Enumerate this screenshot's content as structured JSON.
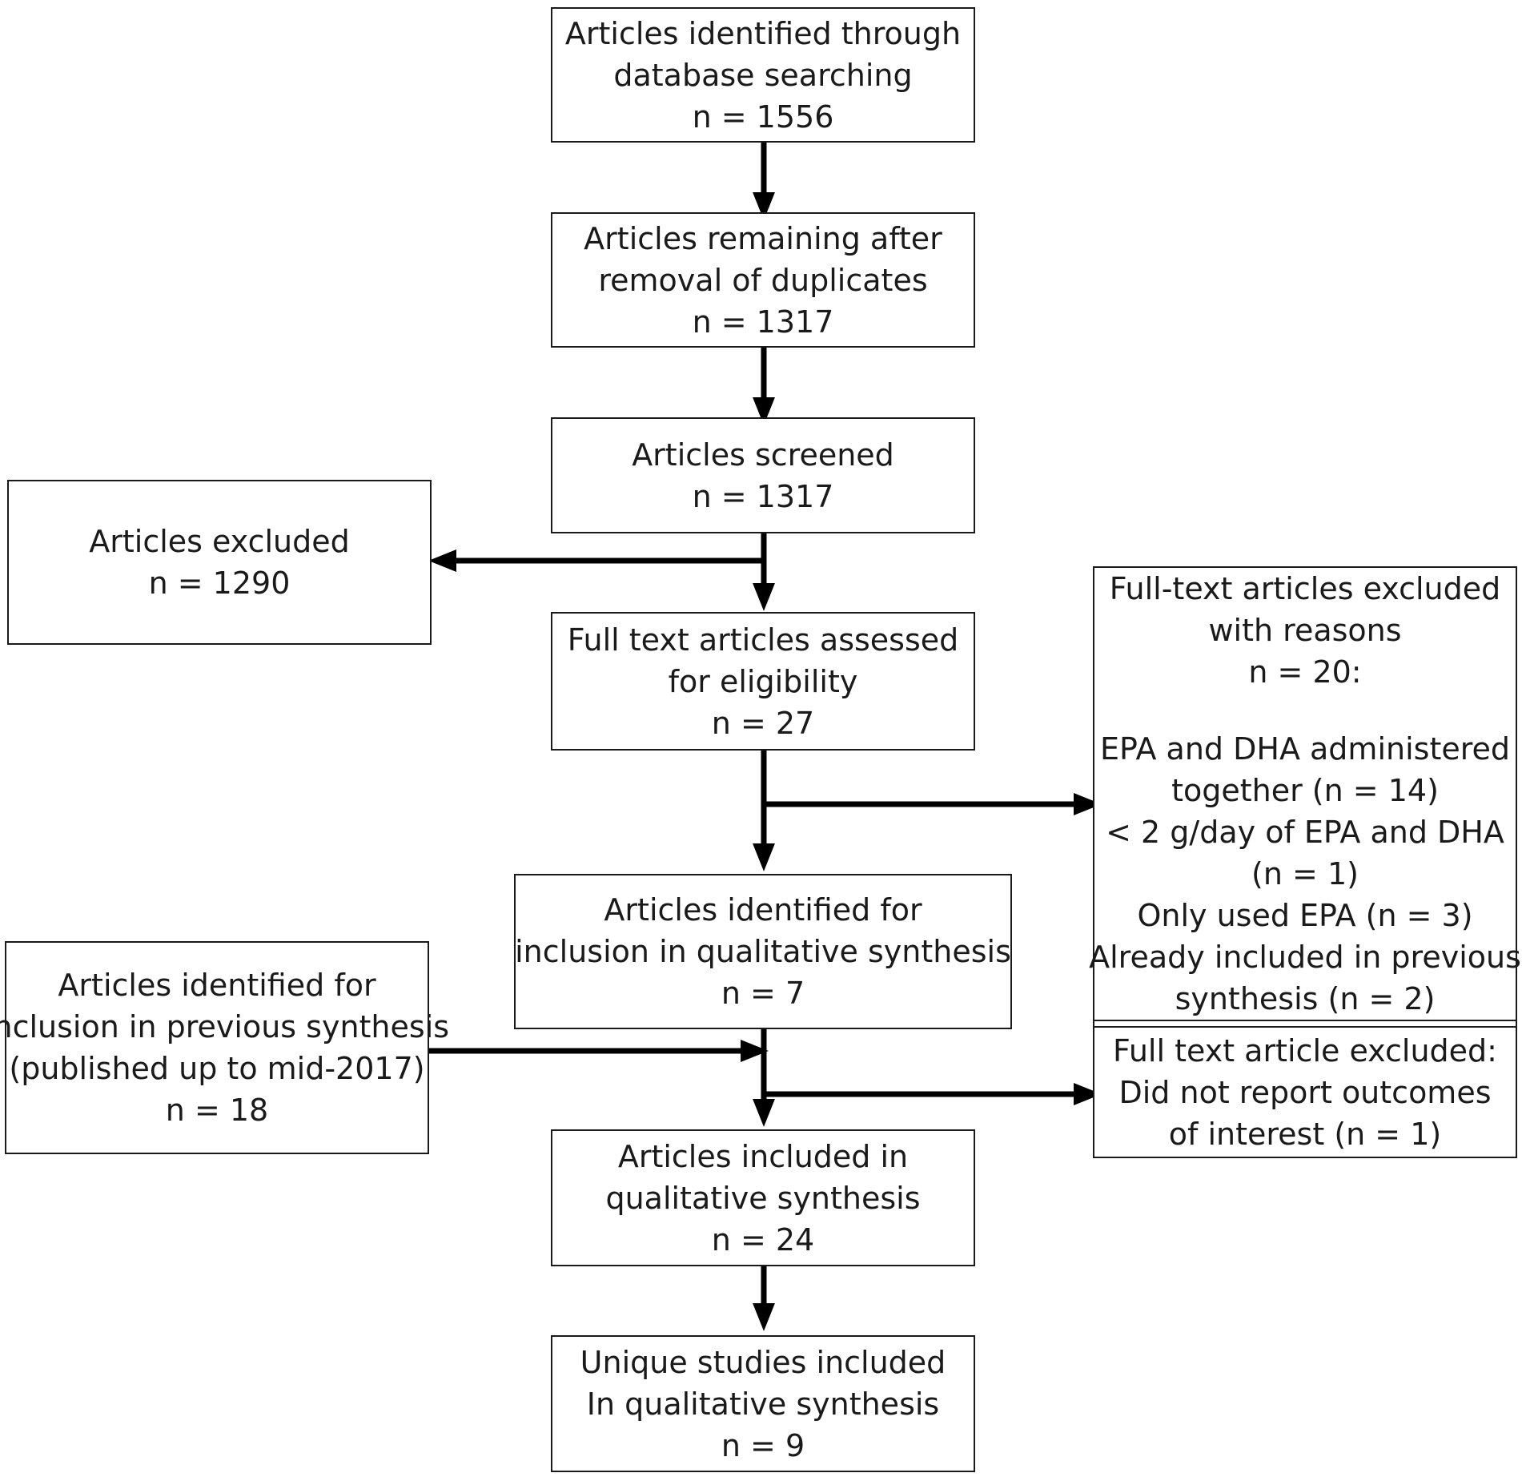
{
  "boxes": {
    "identified": {
      "line1": "Articles identified through",
      "line2": "database searching",
      "line3": "n = 1556"
    },
    "after_duplicates": {
      "line1": "Articles remaining after",
      "line2": "removal of duplicates",
      "line3": "n = 1317"
    },
    "screened": {
      "line1": "Articles screened",
      "line2": "n = 1317"
    },
    "excluded": {
      "line1": "Articles excluded",
      "line2": "n = 1290"
    },
    "full_text_assessed": {
      "line1": "Full text articles assessed",
      "line2": "for eligibility",
      "line3": "n = 27"
    },
    "full_text_excluded": {
      "line1": "Full-text articles excluded",
      "line2": "with reasons",
      "line3": "n = 20:",
      "reasons": [
        "EPA and DHA administered",
        "together (n = 14)",
        "< 2 g/day of EPA and DHA",
        "(n = 1)",
        "Only used EPA (n = 3)",
        "Already included in previous",
        "synthesis  (n = 2)"
      ]
    },
    "full_text_excluded_2": {
      "line1": "Full text article excluded:",
      "line2": "Did not report outcomes",
      "line3": "of interest (n = 1)"
    },
    "identified_inclusion": {
      "line1": "Articles identified for",
      "line2": "inclusion in qualitative synthesis",
      "line3": "n = 7"
    },
    "previous_synthesis": {
      "line1": "Articles identified for",
      "line2": "inclusion in previous synthesis",
      "line3": "(published up to mid-2017)",
      "line4": "n = 18"
    },
    "included": {
      "line1": "Articles included in",
      "line2": "qualitative synthesis",
      "line3": "n = 24"
    },
    "unique_studies": {
      "line1": "Unique studies included",
      "line2": "In qualitative synthesis",
      "line3": "n = 9"
    }
  }
}
